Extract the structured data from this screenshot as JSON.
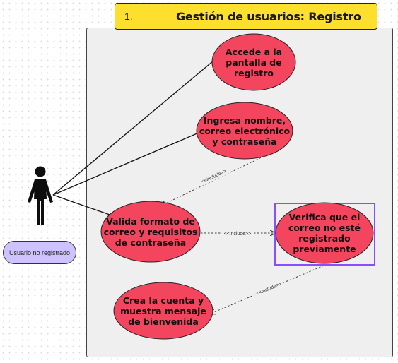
{
  "title": {
    "number": "1.",
    "text": "Gestión de usuarios: Registro"
  },
  "actor": {
    "label": "Usuario no registrado"
  },
  "use_cases": [
    {
      "id": "uc1",
      "text": "Accede a la\npantalla de\nregistro"
    },
    {
      "id": "uc2",
      "text": "Ingresa nombre,\ncorreo electrónico\ny contraseña"
    },
    {
      "id": "uc3",
      "text": "Valida formato de\ncorreo y requisitos\nde contraseña"
    },
    {
      "id": "uc4",
      "text": "Verifica que el\ncorreo no esté\nregistrado\npreviamente"
    },
    {
      "id": "uc5",
      "text": "Crea la cuenta y\nmuestra mensaje\nde bienvenida"
    }
  ],
  "relations": [
    {
      "from": "actor",
      "to": "uc1",
      "type": "association"
    },
    {
      "from": "actor",
      "to": "uc2",
      "type": "association"
    },
    {
      "from": "actor",
      "to": "uc3",
      "type": "association"
    },
    {
      "from": "uc2",
      "to": "uc3",
      "type": "include",
      "label": "<<include>>"
    },
    {
      "from": "uc3",
      "to": "uc4",
      "type": "include",
      "label": "<<include>>"
    },
    {
      "from": "uc4",
      "to": "uc5",
      "type": "include",
      "label": "<<include>>"
    }
  ],
  "colors": {
    "use_case_fill": "#f4455f",
    "title_fill": "#fde02e",
    "actor_label_fill": "#cfc3ff",
    "highlight_border": "#8a4dff",
    "system_fill": "#efefef"
  }
}
